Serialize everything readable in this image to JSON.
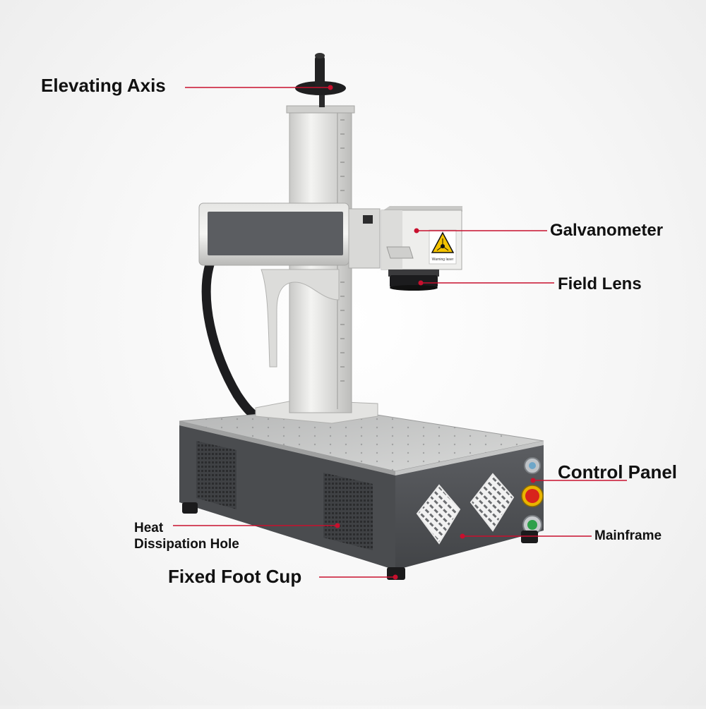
{
  "callouts": {
    "elevating_axis": "Elevating Axis",
    "galvanometer": "Galvanometer",
    "field_lens": "Field Lens",
    "control_panel": "Control Panel",
    "mainframe": "Mainframe",
    "heat_dissipation_line1": "Heat",
    "heat_dissipation_line2": "Dissipation Hole",
    "fixed_foot_cup": "Fixed Foot Cup"
  },
  "galvo_head": {
    "warning_text": "Warning laser",
    "warning_icon": "laser-warning-triangle-icon"
  },
  "control_buttons": [
    {
      "name": "key-switch",
      "color": "#6ea6c8"
    },
    {
      "name": "emergency-stop",
      "color": "#d8241c"
    },
    {
      "name": "start-button",
      "color": "#2fa04a"
    }
  ],
  "colors": {
    "callout_line": "#c8102e",
    "cabinet": "#505255",
    "aluminum": "#d8d8d6",
    "background": "#f3f3f3"
  }
}
